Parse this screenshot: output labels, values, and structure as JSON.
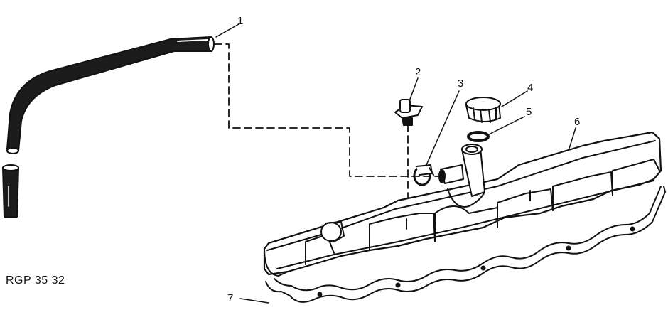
{
  "callouts": [
    {
      "id": "1",
      "text": "1"
    },
    {
      "id": "2",
      "text": "2"
    },
    {
      "id": "3",
      "text": "3"
    },
    {
      "id": "4",
      "text": "4"
    },
    {
      "id": "5",
      "text": "5"
    },
    {
      "id": "6",
      "text": "6"
    },
    {
      "id": "7",
      "text": "7"
    }
  ],
  "figure_code": "RGP 35 32",
  "colors": {
    "ink": "#111111",
    "paper": "#ffffff"
  }
}
